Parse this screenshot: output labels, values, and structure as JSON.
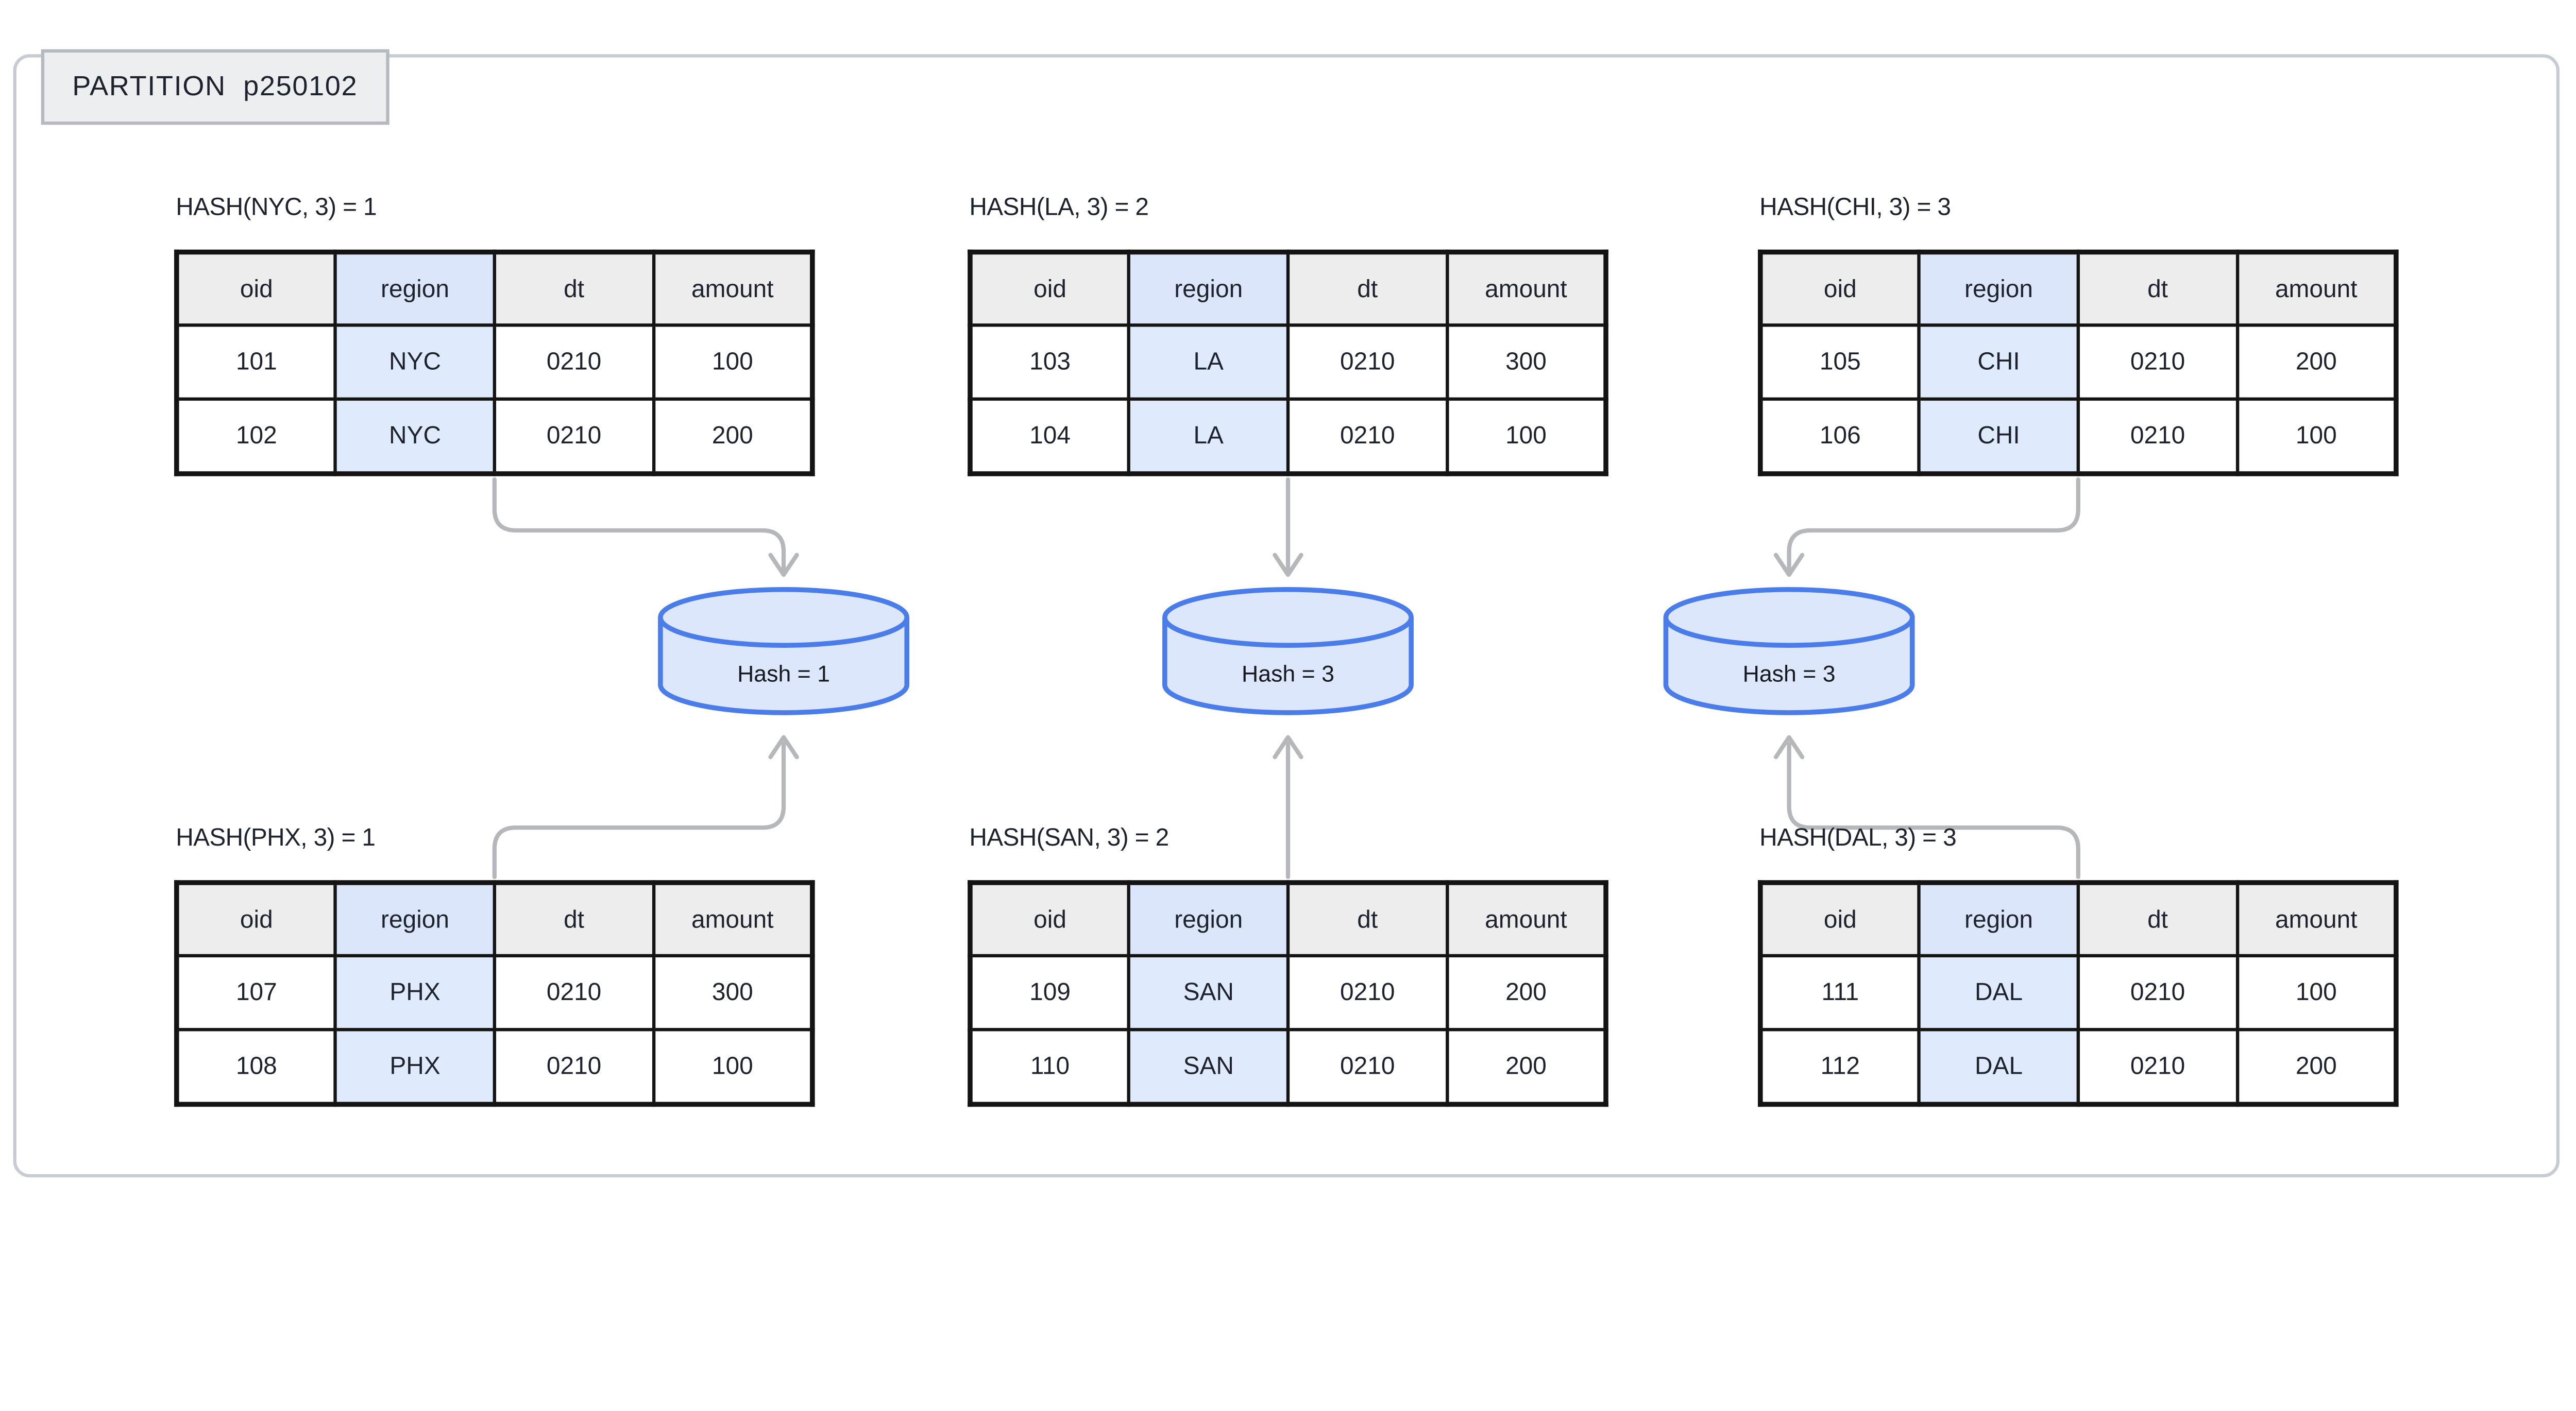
{
  "partition": {
    "label": "PARTITION  p250102"
  },
  "table_columns": [
    "oid",
    "region",
    "dt",
    "amount"
  ],
  "groups": [
    {
      "top_table": {
        "title": "HASH(NYC, 3) = 1",
        "rows": [
          [
            "101",
            "NYC",
            "0210",
            "100"
          ],
          [
            "102",
            "NYC",
            "0210",
            "200"
          ]
        ]
      },
      "bucket": {
        "label": "Hash = 1"
      },
      "bottom_table": {
        "title": "HASH(PHX, 3) = 1",
        "rows": [
          [
            "107",
            "PHX",
            "0210",
            "300"
          ],
          [
            "108",
            "PHX",
            "0210",
            "100"
          ]
        ]
      }
    },
    {
      "top_table": {
        "title": "HASH(LA, 3) = 2",
        "rows": [
          [
            "103",
            "LA",
            "0210",
            "300"
          ],
          [
            "104",
            "LA",
            "0210",
            "100"
          ]
        ]
      },
      "bucket": {
        "label": "Hash = 3"
      },
      "bottom_table": {
        "title": "HASH(SAN, 3) = 2",
        "rows": [
          [
            "109",
            "SAN",
            "0210",
            "200"
          ],
          [
            "110",
            "SAN",
            "0210",
            "200"
          ]
        ]
      }
    },
    {
      "top_table": {
        "title": "HASH(CHI, 3) = 3",
        "rows": [
          [
            "105",
            "CHI",
            "0210",
            "200"
          ],
          [
            "106",
            "CHI",
            "0210",
            "100"
          ]
        ]
      },
      "bucket": {
        "label": "Hash = 3"
      },
      "bottom_table": {
        "title": "HASH(DAL, 3) = 3",
        "rows": [
          [
            "111",
            "DAL",
            "0210",
            "100"
          ],
          [
            "112",
            "DAL",
            "0210",
            "200"
          ]
        ]
      }
    }
  ],
  "colors": {
    "accent_blue": "#4a7de9",
    "cylinder_fill": "#dde7fb",
    "region_highlight": "#e0eafd",
    "region_header": "#dbe6fb",
    "header_gray": "#ededee",
    "connector_gray": "#b5b7ba",
    "frame_border": "#c7ccd3",
    "label_bg": "#eceef0",
    "label_border": "#b6bac0",
    "table_line": "#141414",
    "text": "#1d222c"
  }
}
